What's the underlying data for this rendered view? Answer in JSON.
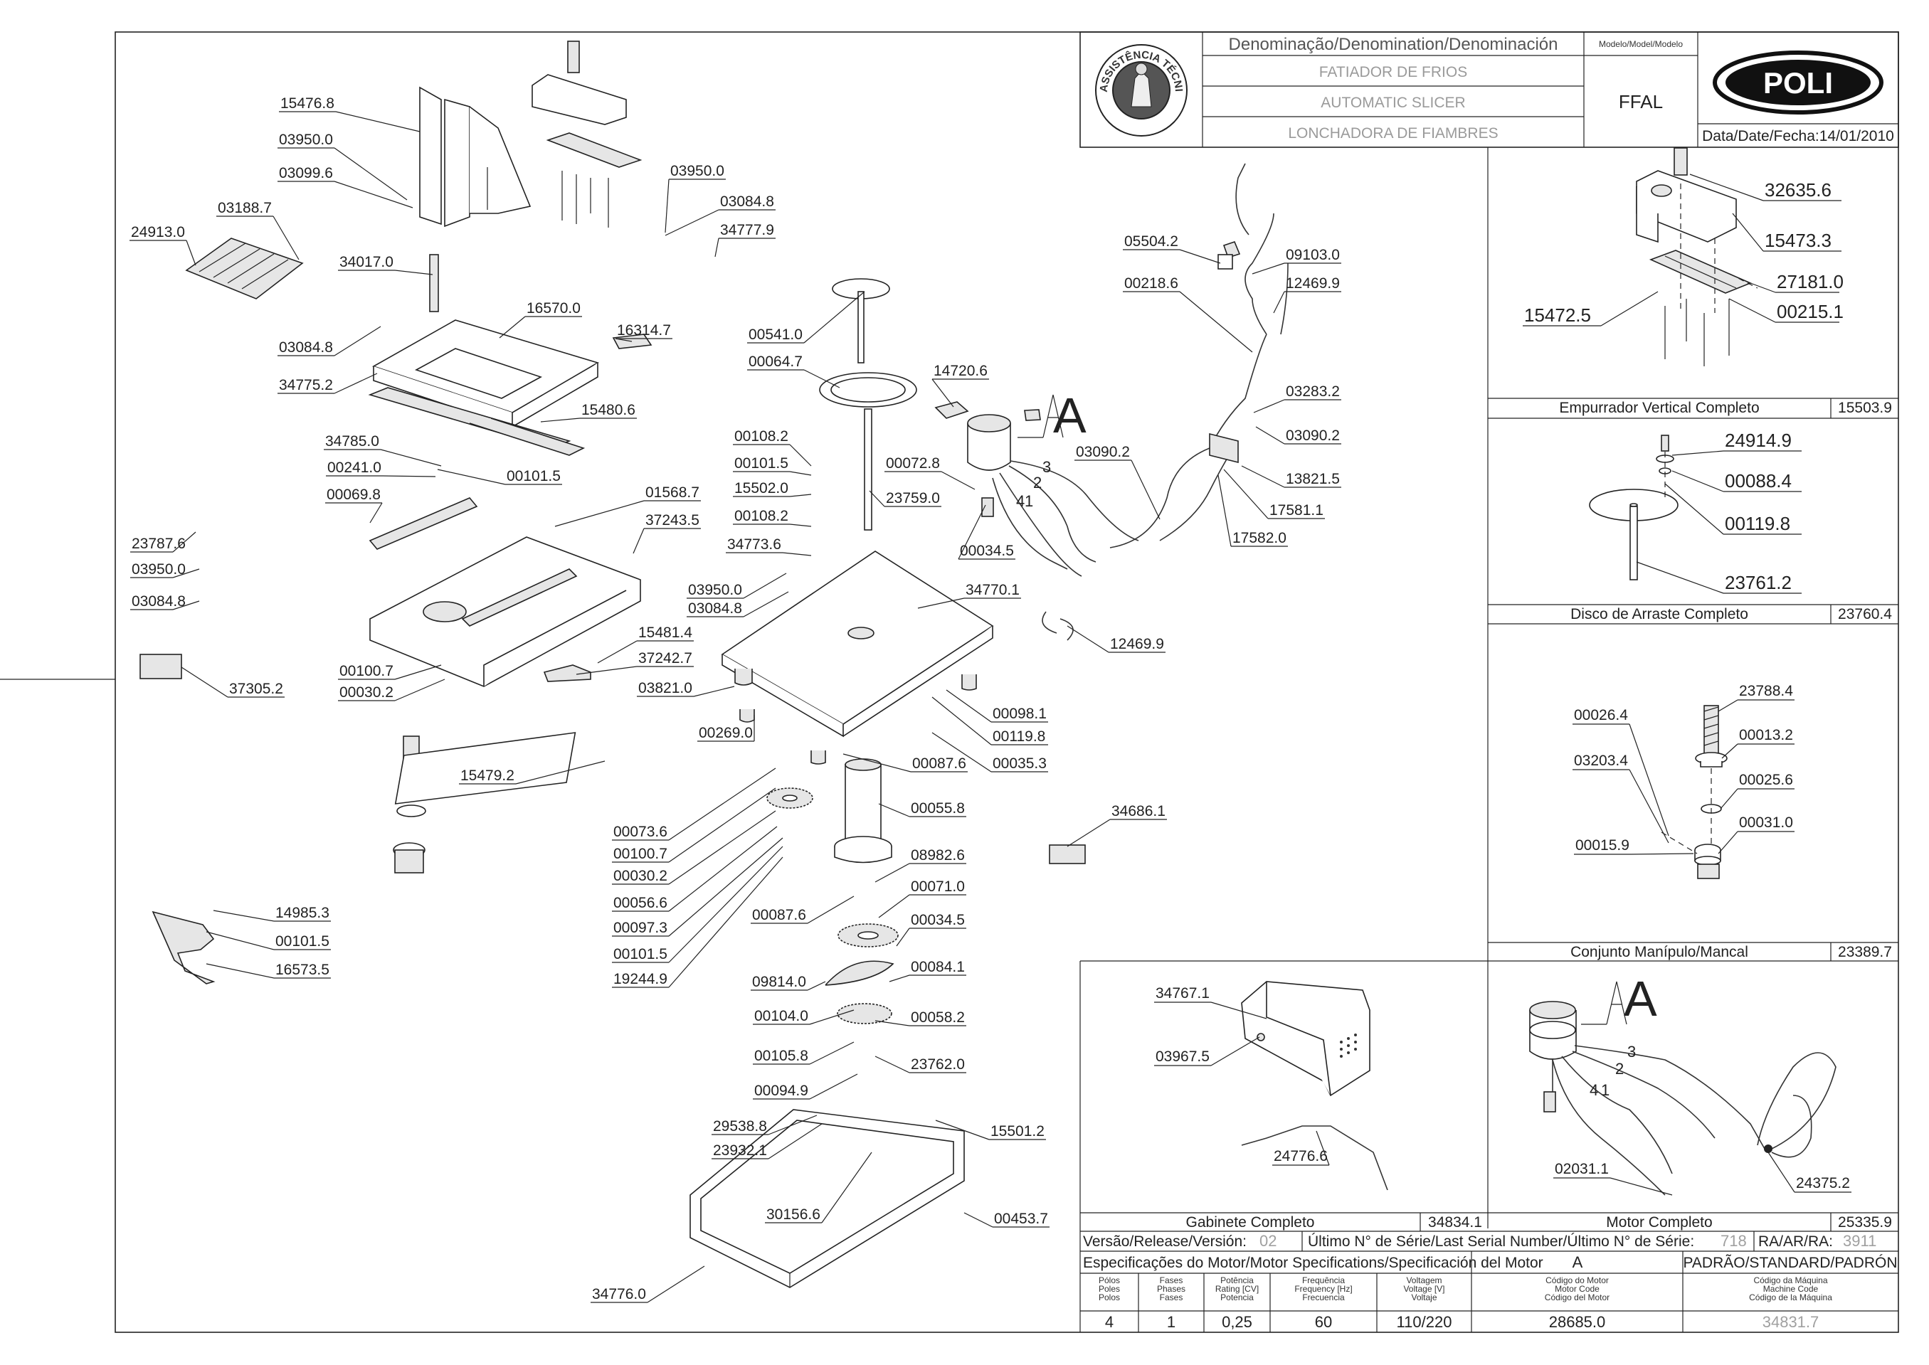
{
  "title_block": {
    "denomination_header": "Denominação/Denomination/Denominación",
    "model_header": "Modelo/Model/Modelo",
    "names": [
      "FATIADOR DE FRIOS",
      "AUTOMATIC SLICER",
      "LONCHADORA DE FIAMBRES"
    ],
    "model": "FFAL",
    "brand": "POLI",
    "date": "Data/Date/Fecha:14/01/2010",
    "seal_text": "ASSISTÊNCIA TÉCNICA AUTORIZADA"
  },
  "subassemblies": [
    {
      "title": "Empurrador Vertical Completo",
      "code": "15503.9",
      "parts": [
        "32635.6",
        "15473.3",
        "27181.0",
        "15472.5",
        "00215.1"
      ]
    },
    {
      "title": "Disco de Arraste Completo",
      "code": "23760.4",
      "parts": [
        "24914.9",
        "00088.4",
        "00119.8",
        "23761.2"
      ]
    },
    {
      "title": "Conjunto Manípulo/Mancal",
      "code": "23389.7",
      "parts": [
        "23788.4",
        "00026.4",
        "00013.2",
        "03203.4",
        "00025.6",
        "00015.9",
        "00031.0"
      ]
    },
    {
      "title": "Gabinete Completo",
      "code": "34834.1",
      "parts": [
        "34767.1",
        "03967.5",
        "24776.6"
      ]
    },
    {
      "title": "Motor Completo",
      "code": "25335.9",
      "parts": [
        "A",
        "3",
        "2",
        "4",
        "1",
        "02031.1",
        "24375.2"
      ]
    }
  ],
  "main_labels": {
    "left": [
      "15476.8",
      "03950.0",
      "03099.6",
      "03188.7",
      "24913.0",
      "34017.0",
      "03084.8",
      "34775.2",
      "16570.0",
      "16314.7",
      "15480.6",
      "34785.0",
      "00241.0",
      "00101.5",
      "00069.8",
      "01568.7",
      "37243.5",
      "23787.6",
      "03950.0",
      "03084.8",
      "37305.2",
      "15481.4",
      "37242.7",
      "00100.7",
      "00030.2",
      "15479.2",
      "14985.3",
      "00101.5",
      "16573.5"
    ],
    "center": [
      "03950.0",
      "03084.8",
      "34777.9",
      "00541.0",
      "00064.7",
      "00108.2",
      "00101.5",
      "15502.0",
      "00108.2",
      "34773.6",
      "03950.0",
      "03084.8",
      "03821.0",
      "00269.0",
      "00073.6",
      "00100.7",
      "00030.2",
      "00056.6",
      "00097.3",
      "00101.5",
      "19244.9",
      "23759.0",
      "00072.8",
      "00034.5",
      "14720.6",
      "34770.1",
      "00098.1",
      "00119.8",
      "00087.6",
      "00035.3",
      "00055.8",
      "08982.6",
      "00087.6",
      "00071.0",
      "00034.5",
      "09814.0",
      "00084.1",
      "00104.0",
      "00058.2",
      "00105.8",
      "23762.0",
      "00094.9",
      "29538.8",
      "23932.1",
      "15501.2",
      "30156.6",
      "00453.7",
      "34776.0"
    ],
    "right": [
      "05504.2",
      "09103.0",
      "00218.6",
      "12469.9",
      "03283.2",
      "03090.2",
      "03090.2",
      "13821.5",
      "17581.1",
      "17582.0",
      "12469.9",
      "34686.1",
      "A",
      "3",
      "2",
      "4",
      "1"
    ]
  },
  "release_row": {
    "version_label": "Versão/Release/Versión:",
    "version": "02",
    "serial_label": "Último N° de Série/Last Serial Number/Último N° de Série:",
    "serial": "718",
    "ra_label": "RA/AR/RA:",
    "ra": "3911"
  },
  "motor_spec": {
    "header": "Especificações do Motor/Motor Specifications/Specificación del Motor",
    "motor_letter": "A",
    "standard": "PADRÃO/STANDARD/PADRÓN",
    "columns": [
      {
        "l1": "Pólos",
        "l2": "Poles",
        "l3": "Polos",
        "value": "4"
      },
      {
        "l1": "Fases",
        "l2": "Phases",
        "l3": "Fases",
        "value": "1"
      },
      {
        "l1": "Potência",
        "l2": "Rating [CV]",
        "l3": "Potencia",
        "value": "0,25"
      },
      {
        "l1": "Frequência",
        "l2": "Frequency [Hz]",
        "l3": "Frecuencia",
        "value": "60"
      },
      {
        "l1": "Voltagem",
        "l2": "Voltage [V]",
        "l3": "Voltaje",
        "value": "110/220"
      },
      {
        "l1": "Código do Motor",
        "l2": "Motor Code",
        "l3": "Código del Motor",
        "value": "28685.0"
      },
      {
        "l1": "Código da Máquina",
        "l2": "Machine Code",
        "l3": "Código de la Máquina",
        "value": "34831.7"
      }
    ]
  }
}
